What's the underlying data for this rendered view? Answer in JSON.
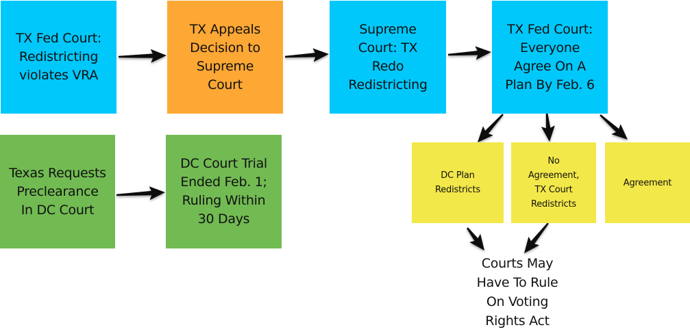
{
  "diagram": {
    "nodes": {
      "tx_fed_court_ruling": {
        "text": "TX Fed Court:\nRedistricting\nviolates VRA",
        "color": "#00c8fb"
      },
      "tx_appeals": {
        "text": "TX Appeals\nDecision to\nSupreme\nCourt",
        "color": "#fda734"
      },
      "supreme_court": {
        "text": "Supreme\nCourt: TX\nRedo\nRedistricting",
        "color": "#00c8fb"
      },
      "tx_fed_court_plan": {
        "text": "TX Fed Court:\nEveryone\nAgree On A\nPlan By Feb. 6",
        "color": "#00c8fb"
      },
      "texas_preclearance": {
        "text": "Texas Requests\nPreclearance\nIn DC Court",
        "color": "#72bb53"
      },
      "dc_court_trial": {
        "text": "DC Court Trial\nEnded Feb. 1;\nRuling Within\n30 Days",
        "color": "#72bb53"
      },
      "dc_plan": {
        "text": "DC Plan\nRedistricts",
        "color": "#f3e849"
      },
      "no_agreement": {
        "text": "No\nAgreement,\nTX Court\nRedistricts",
        "color": "#f3e849"
      },
      "agreement": {
        "text": "Agreement",
        "color": "#f3e849"
      },
      "outcome": {
        "text": "Courts May\nHave To Rule\nOn Voting\nRights Act"
      }
    },
    "edges": [
      {
        "from": "tx_fed_court_ruling",
        "to": "tx_appeals"
      },
      {
        "from": "tx_appeals",
        "to": "supreme_court"
      },
      {
        "from": "supreme_court",
        "to": "tx_fed_court_plan"
      },
      {
        "from": "texas_preclearance",
        "to": "dc_court_trial"
      },
      {
        "from": "tx_fed_court_plan",
        "to": "dc_plan"
      },
      {
        "from": "tx_fed_court_plan",
        "to": "no_agreement"
      },
      {
        "from": "tx_fed_court_plan",
        "to": "agreement"
      },
      {
        "from": "dc_plan",
        "to": "outcome"
      },
      {
        "from": "no_agreement",
        "to": "outcome"
      }
    ],
    "arrow_color": "#111111"
  }
}
